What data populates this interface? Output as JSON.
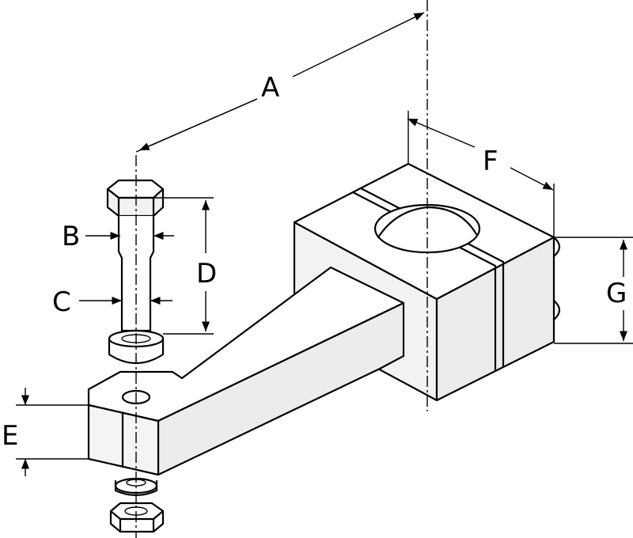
{
  "labels": {
    "a": "A",
    "b": "B",
    "c": "C",
    "d": "D",
    "e": "E",
    "f": "F",
    "g": "G"
  },
  "colors": {
    "line": "#000000",
    "face_light": "#ffffff",
    "face_mid": "#f2f2f2",
    "face_dark": "#e4e4e4"
  }
}
